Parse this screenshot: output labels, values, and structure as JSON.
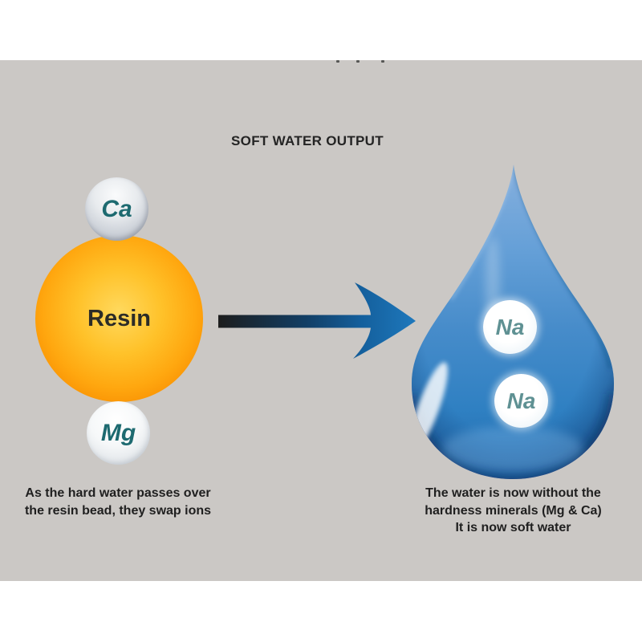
{
  "title": "SOFT WATER OUTPUT",
  "left_group": {
    "ion_top": "Ca",
    "bead_label": "Resin",
    "ion_bottom": "Mg",
    "caption": "As the hard water passes over\nthe resin bead, they swap ions"
  },
  "right_group": {
    "ions": [
      "Na",
      "Na"
    ],
    "caption": "The water is now without the\nhardness minerals (Mg & Ca)\nIt is now soft water"
  },
  "colors": {
    "page_background": "#ffffff",
    "stage_background": "#cbc8c5",
    "title_text": "#242424",
    "caption_text": "#1f1f1f",
    "resin_orange": "#f78b00",
    "resin_label_text": "#2c2c27",
    "ion_ball_silver": "#c8cdd5",
    "ion_label_teal": "#1d6a70",
    "na_label_teal": "#5f9193",
    "arrow_dark_end": "#1d1d1d",
    "arrow_blue_end": "#1e78bc",
    "droplet_blue": "#3181c4"
  }
}
